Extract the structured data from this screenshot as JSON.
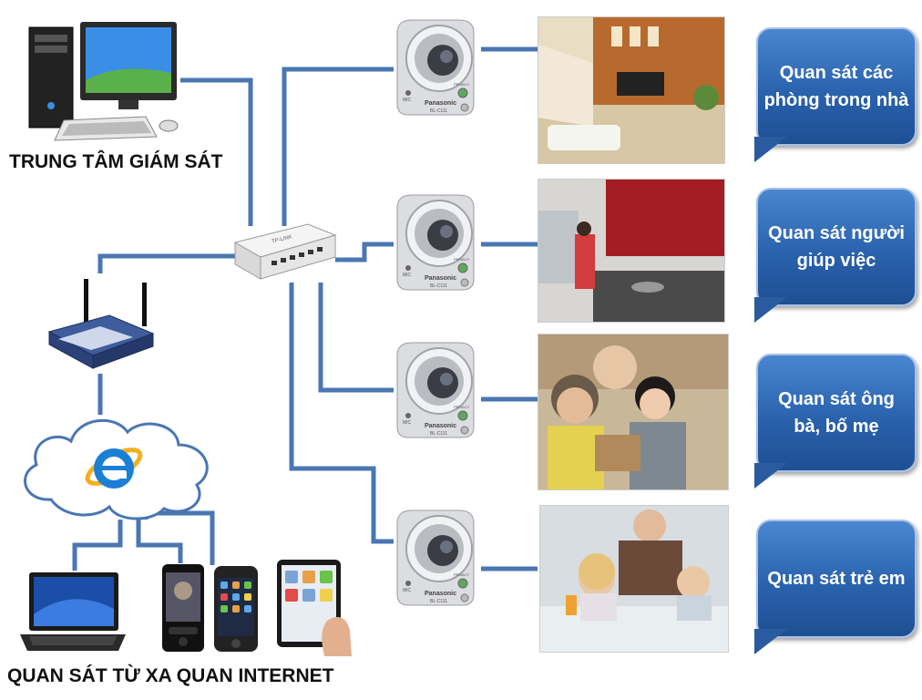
{
  "labels": {
    "monitoring_center": "TRUNG TÂM GIÁM SÁT",
    "remote_viewing": "QUAN SÁT TỪ XA QUAN INTERNET"
  },
  "devices": {
    "switch_brand": "TP-LINK",
    "camera_brand": "Panasonic",
    "camera_model": "BL-C111",
    "camera_mic": "MIC",
    "camera_privacy": "PRIVACY"
  },
  "bubbles": [
    {
      "text": "Quan sát các phòng trong nhà"
    },
    {
      "text": "Quan sát người giúp việc"
    },
    {
      "text": "Quan sát ông bà, bố mẹ"
    },
    {
      "text": "Quan sát trẻ em"
    }
  ],
  "colors": {
    "wire": "#4a76b3",
    "bubble": "#2f66b0",
    "bubble_border": "#a8c2e6"
  }
}
